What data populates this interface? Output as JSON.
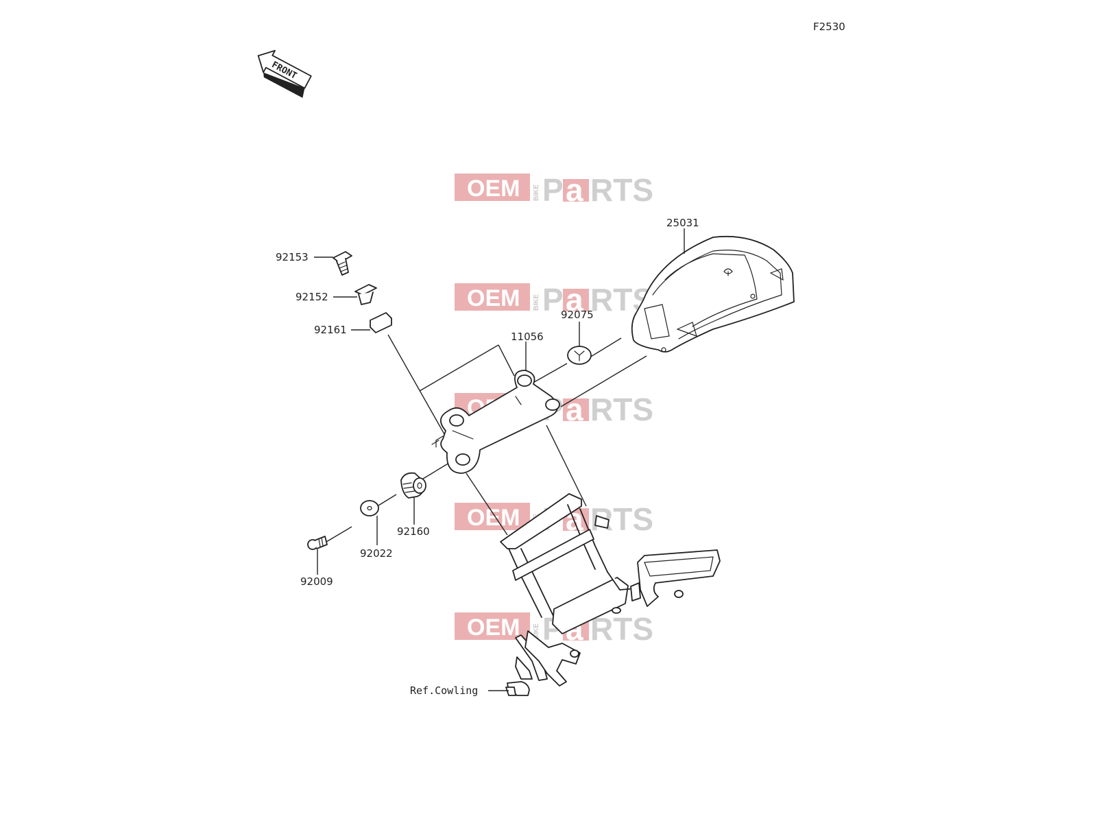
{
  "figure_code": "F2530",
  "front_arrow": {
    "label": "FRONT",
    "icon": "front-direction-arrow-icon"
  },
  "watermark": {
    "oem": "OEM",
    "bike": "BIKE",
    "p": "P",
    "a": "a",
    "rts": "RTS",
    "box_color": "#e8a3a5"
  },
  "parts": [
    {
      "number": "92153"
    },
    {
      "number": "92152"
    },
    {
      "number": "92161"
    },
    {
      "number": "11056"
    },
    {
      "number": "92075"
    },
    {
      "number": "25031"
    },
    {
      "number": "92160"
    },
    {
      "number": "92022"
    },
    {
      "number": "92009"
    }
  ],
  "reference": "Ref.Cowling"
}
